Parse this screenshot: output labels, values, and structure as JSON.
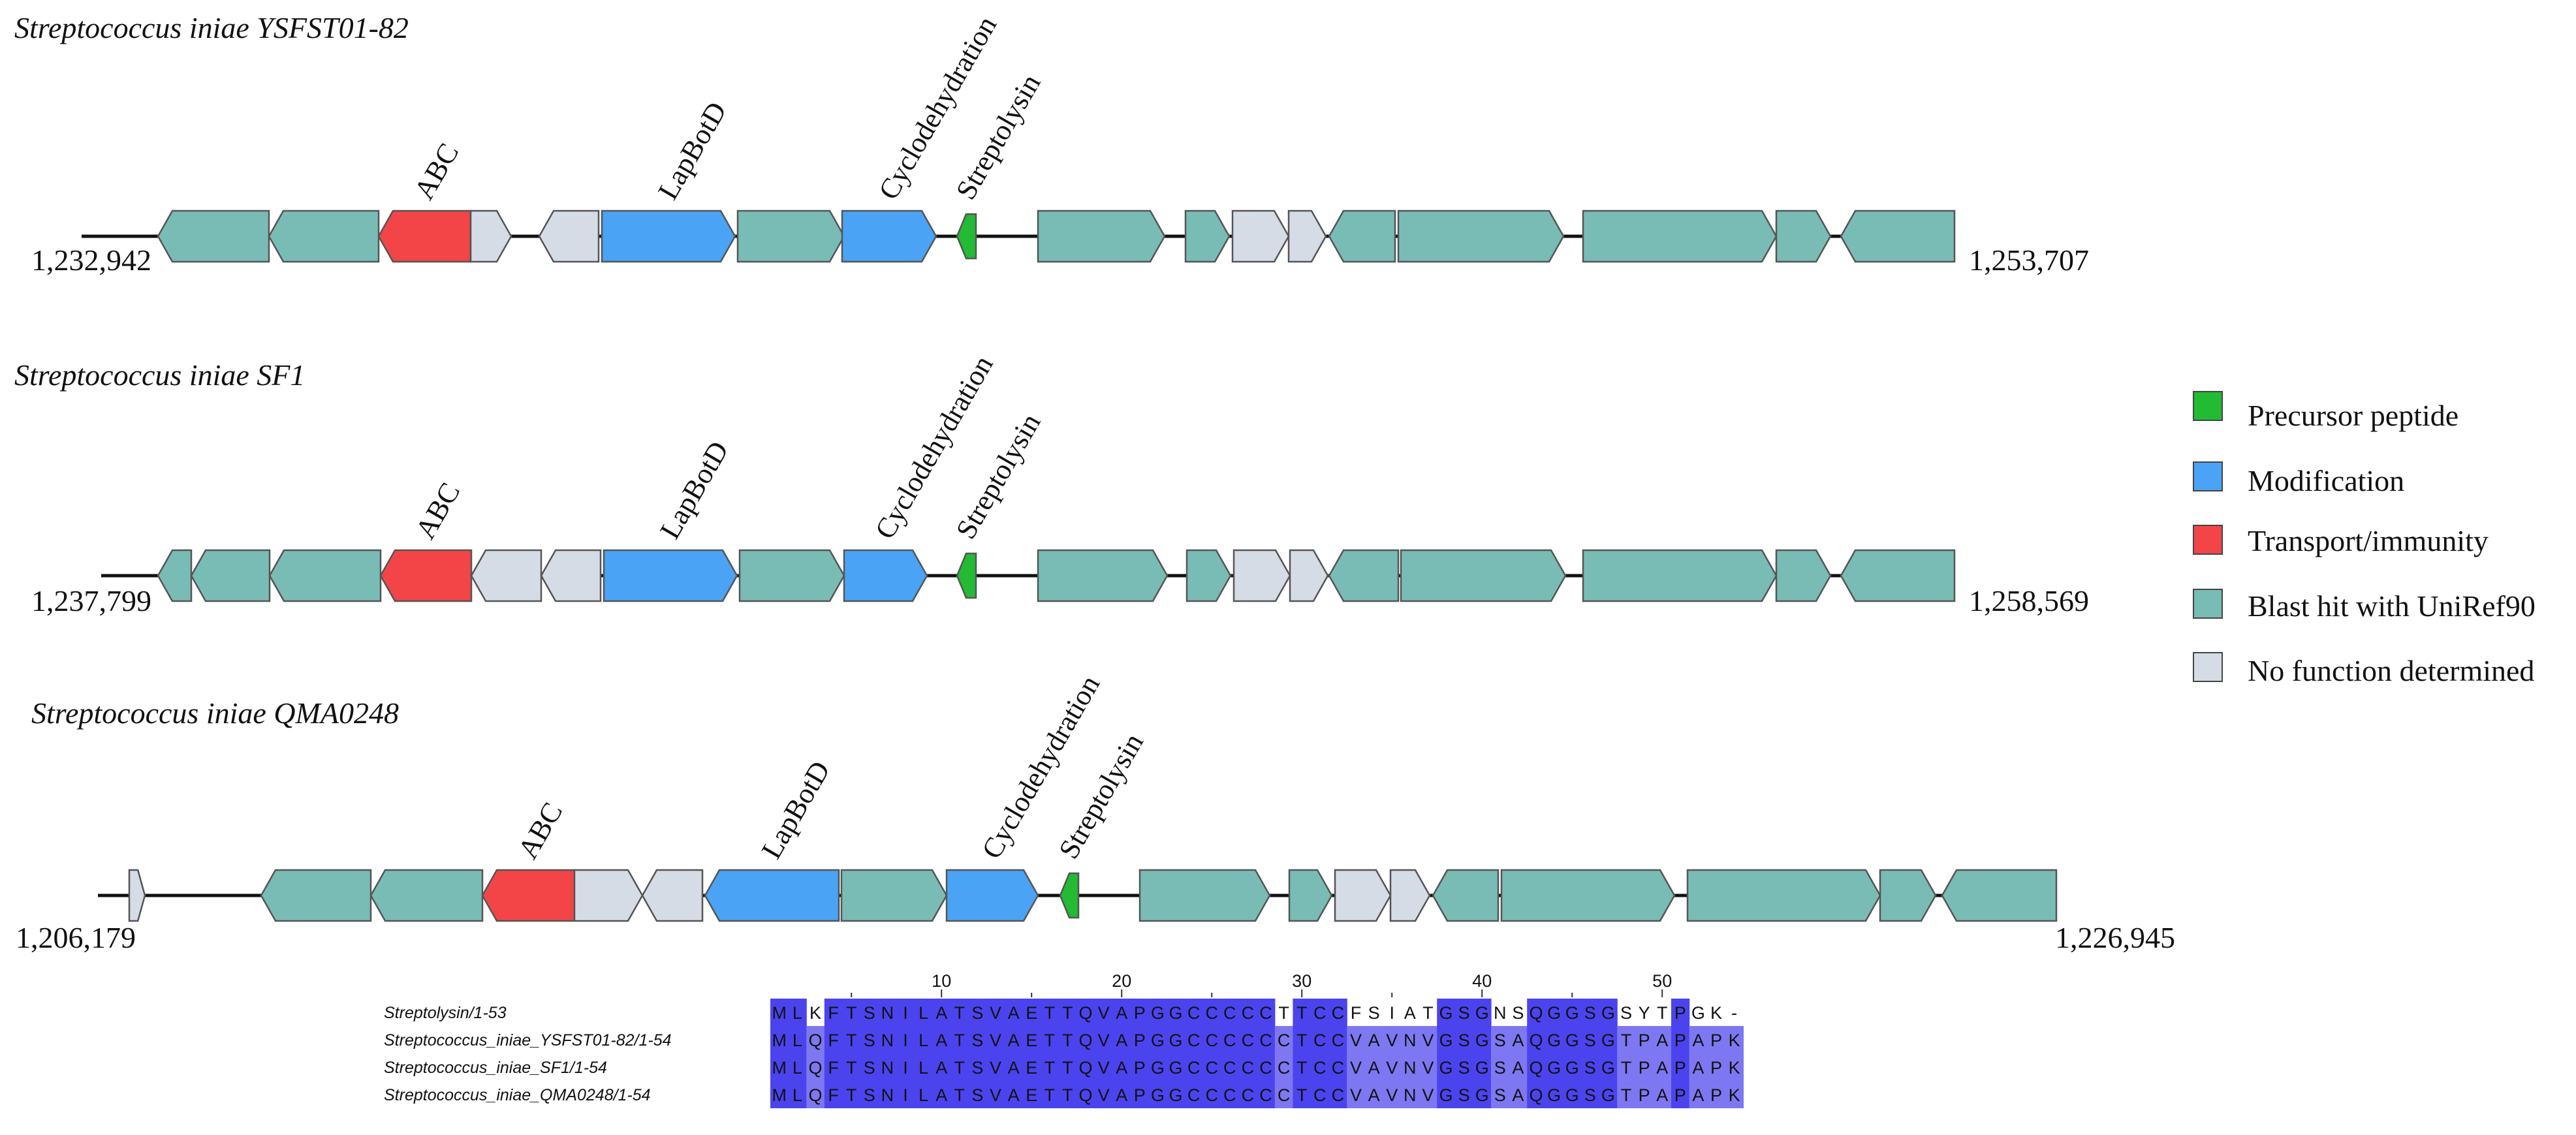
{
  "colors": {
    "precursor": "#22bb33",
    "modification": "#4aa3f5",
    "transport": "#f34548",
    "blast": "#79bcb5",
    "none": "#d6dce6",
    "stroke": "#555555",
    "align_strong": "#4b44ee",
    "align_mid": "#7d78f2",
    "align_light": "#aaa7f6"
  },
  "clusters": [
    {
      "strain": "Streptococcus iniae YSFST01-82",
      "start_label": "1,232,942",
      "end_label": "1,253,707",
      "genes": [
        {
          "t": "blast",
          "s": -1
        },
        {
          "t": "blast",
          "s": -1
        },
        {
          "t": "transport",
          "s": -1,
          "label": "ABC"
        },
        {
          "t": "none",
          "s": 1
        },
        {
          "t": "none",
          "s": -1
        },
        {
          "t": "modification",
          "s": 1,
          "label": "LapBotD"
        },
        {
          "t": "blast",
          "s": 1
        },
        {
          "t": "modification",
          "s": 1,
          "label": "Cyclodehydration"
        },
        {
          "t": "precursor",
          "s": -1,
          "label": "Streptolysin"
        },
        {
          "t": "blast",
          "s": 1
        },
        {
          "t": "blast",
          "s": 1
        },
        {
          "t": "none",
          "s": 1
        },
        {
          "t": "none",
          "s": 1
        },
        {
          "t": "blast",
          "s": -1
        },
        {
          "t": "blast",
          "s": 1
        },
        {
          "t": "blast",
          "s": 1
        },
        {
          "t": "blast",
          "s": 1
        },
        {
          "t": "blast",
          "s": -1
        }
      ]
    },
    {
      "strain": "Streptococcus iniae SF1",
      "start_label": "1,237,799",
      "end_label": "1,258,569",
      "genes": [
        {
          "t": "blast",
          "s": -1
        },
        {
          "t": "blast",
          "s": -1
        },
        {
          "t": "blast",
          "s": -1
        },
        {
          "t": "transport",
          "s": -1,
          "label": "ABC"
        },
        {
          "t": "none",
          "s": -1
        },
        {
          "t": "none",
          "s": -1
        },
        {
          "t": "modification",
          "s": 1,
          "label": "LapBotD"
        },
        {
          "t": "blast",
          "s": 1
        },
        {
          "t": "modification",
          "s": 1,
          "label": "Cyclodehydration"
        },
        {
          "t": "precursor",
          "s": -1,
          "label": "Streptolysin"
        },
        {
          "t": "blast",
          "s": 1
        },
        {
          "t": "blast",
          "s": 1
        },
        {
          "t": "none",
          "s": 1
        },
        {
          "t": "none",
          "s": 1
        },
        {
          "t": "blast",
          "s": -1
        },
        {
          "t": "blast",
          "s": 1
        },
        {
          "t": "blast",
          "s": 1
        },
        {
          "t": "blast",
          "s": 1
        },
        {
          "t": "blast",
          "s": -1
        }
      ]
    },
    {
      "strain": "Streptococcus iniae QMA0248",
      "start_label": "1,206,179",
      "end_label": "1,226,945",
      "genes": [
        {
          "t": "none",
          "s": 1
        },
        {
          "t": "blast",
          "s": -1
        },
        {
          "t": "blast",
          "s": -1
        },
        {
          "t": "transport",
          "s": -1,
          "label": "ABC"
        },
        {
          "t": "none",
          "s": 1
        },
        {
          "t": "none",
          "s": -1
        },
        {
          "t": "modification",
          "s": -1,
          "label": "LapBotD"
        },
        {
          "t": "blast",
          "s": 1
        },
        {
          "t": "modification",
          "s": 1,
          "label": "Cyclodehydration"
        },
        {
          "t": "precursor",
          "s": -1,
          "label": "Streptolysin"
        },
        {
          "t": "blast",
          "s": 1
        },
        {
          "t": "blast",
          "s": 1
        },
        {
          "t": "none",
          "s": 1
        },
        {
          "t": "none",
          "s": 1
        },
        {
          "t": "blast",
          "s": -1
        },
        {
          "t": "blast",
          "s": 1
        },
        {
          "t": "blast",
          "s": 1
        },
        {
          "t": "blast",
          "s": 1
        },
        {
          "t": "blast",
          "s": -1
        }
      ]
    }
  ],
  "legend": [
    {
      "key": "precursor",
      "label": "Precursor peptide"
    },
    {
      "key": "modification",
      "label": "Modification"
    },
    {
      "key": "transport",
      "label": "Transport/immunity"
    },
    {
      "key": "blast",
      "label": "Blast hit with UniRef90"
    },
    {
      "key": "none",
      "label": "No function determined"
    }
  ],
  "alignment": {
    "ruler": [
      "10",
      "20",
      "30",
      "40",
      "50"
    ],
    "rows": [
      {
        "name": "Streptolysin/1-53",
        "seq": "MLKFTSNILATSVAETTQVAPGGCCCCCTTCCFSIATGSGNSQGGSGSYTPGK-"
      },
      {
        "name": "Streptococcus_iniae_YSFST01-82/1-54",
        "seq": "MLQFTSNILATSVAETTQVAPGGCCCCCCTCCVAVNVGSGSAQGGSGTPAPAPK"
      },
      {
        "name": "Streptococcus_iniae_SF1/1-54",
        "seq": "MLQFTSNILATSVAETTQVAPGGCCCCCCTCCVAVNVGSGSAQGGSGTPAPAPK"
      },
      {
        "name": "Streptococcus_iniae_QMA0248/1-54",
        "seq": "MLQFTSNILATSVAETTQVAPGGCCCCCCTCCVAVNVGSGSAQGGSGTPAPAPK"
      }
    ]
  }
}
